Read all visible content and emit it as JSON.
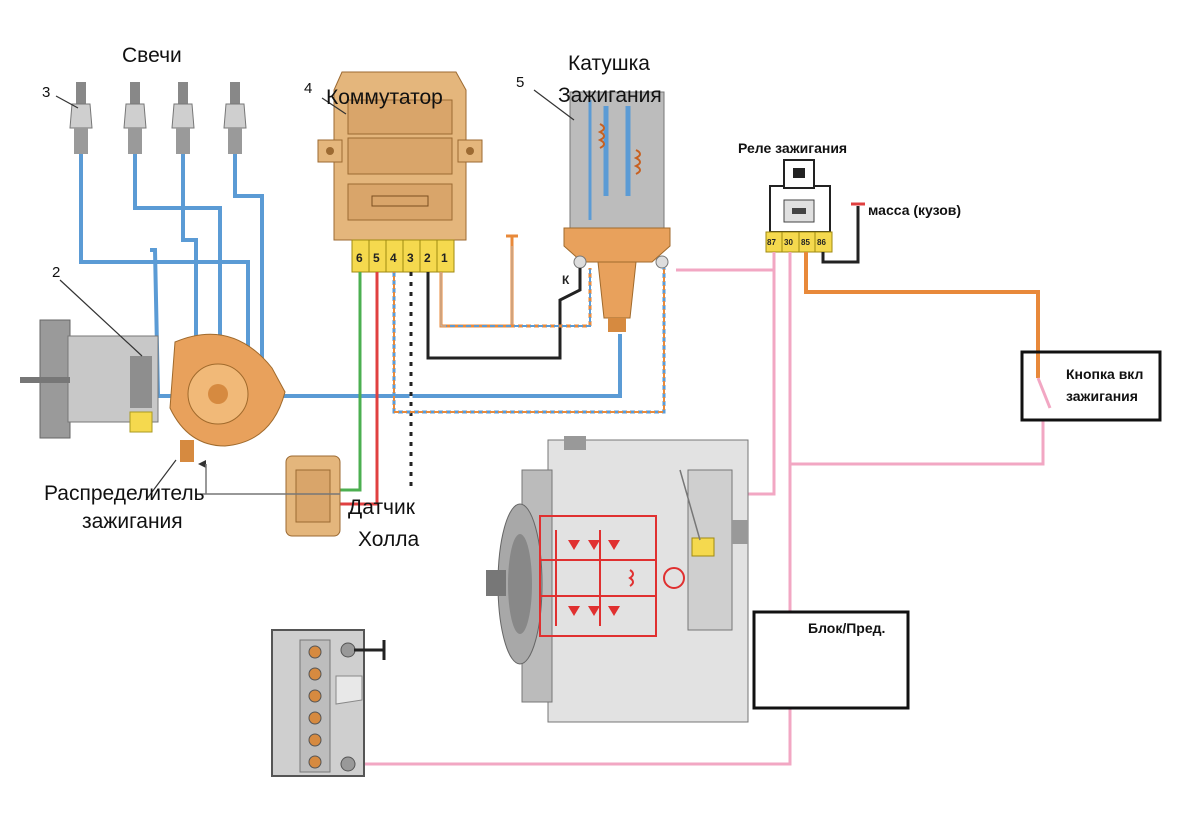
{
  "labels": {
    "spark_plugs": "Свечи",
    "commutator": "Коммутатор",
    "coil_line1": "Катушка",
    "coil_line2": "Зажигания",
    "ignition_relay": "Реле зажигания",
    "ground": "масса (кузов)",
    "button_line1": "Кнопка вкл",
    "button_line2": "зажигания",
    "distributor_line1": "Распределитель",
    "distributor_line2": "зажигания",
    "hall_line1": "Датчик",
    "hall_line2": "Холла",
    "block": "Блок/Пред.",
    "coil_terminal": "К"
  },
  "callouts": {
    "n1": "2",
    "n2": "3",
    "n3": "4",
    "n4": "5"
  },
  "commutator_pins": [
    "6",
    "5",
    "4",
    "3",
    "2",
    "1"
  ],
  "relay_pins": [
    "87",
    "30",
    "85",
    "86"
  ],
  "colors": {
    "hv_wire": "#5b9bd5",
    "power_wire": "#f2a7c3",
    "button_wire": "#e8893a",
    "ground_wire": "#222222",
    "commutator_body": "#e4b67c",
    "connector": "#f5d94e",
    "coil_body": "#bbbbbb",
    "coil_cap": "#e8a15c",
    "rectifier": "#e03030",
    "box_border": "#111111"
  }
}
